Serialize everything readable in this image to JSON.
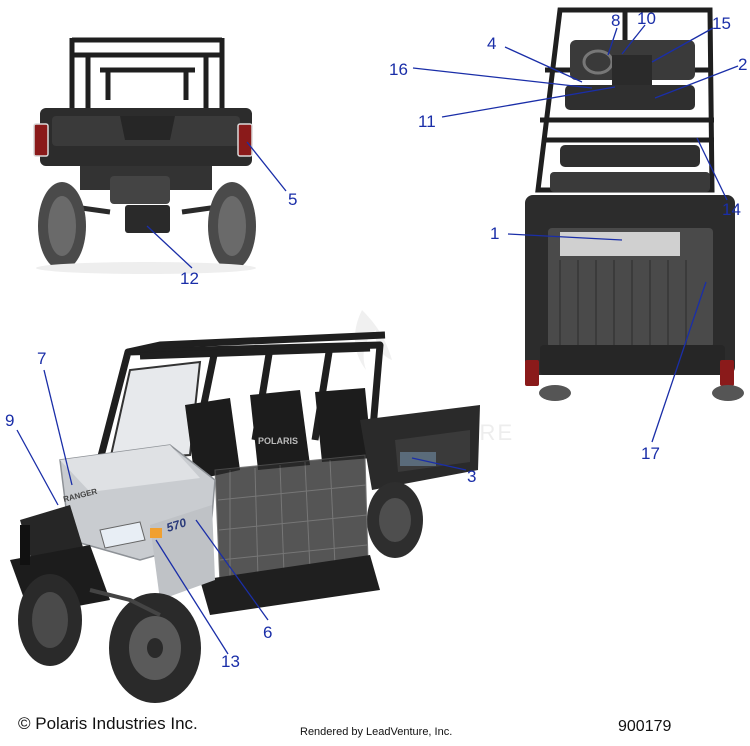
{
  "diagram": {
    "callouts": [
      {
        "num": "1"
      },
      {
        "num": "2"
      },
      {
        "num": "3"
      },
      {
        "num": "4"
      },
      {
        "num": "5"
      },
      {
        "num": "6"
      },
      {
        "num": "7"
      },
      {
        "num": "8"
      },
      {
        "num": "9"
      },
      {
        "num": "10"
      },
      {
        "num": "11"
      },
      {
        "num": "12"
      },
      {
        "num": "13"
      },
      {
        "num": "14"
      },
      {
        "num": "15"
      },
      {
        "num": "16"
      },
      {
        "num": "17"
      }
    ],
    "watermark": "VENTURE",
    "hood_badge": "RANGER",
    "side_badge": "570",
    "seat_logo": "POLARIS",
    "colors": {
      "callout": "#1a2ea8",
      "leader": "#1a2ea8",
      "body_silver": "#c9ccd0",
      "body_dark": "#2a2a2a",
      "tire": "#3a3a3a",
      "watermark": "#dcdcdc"
    }
  },
  "footer": {
    "copyright": "© Polaris Industries Inc.",
    "rendered_by": "Rendered by LeadVenture, Inc.",
    "part_number": "900179"
  }
}
